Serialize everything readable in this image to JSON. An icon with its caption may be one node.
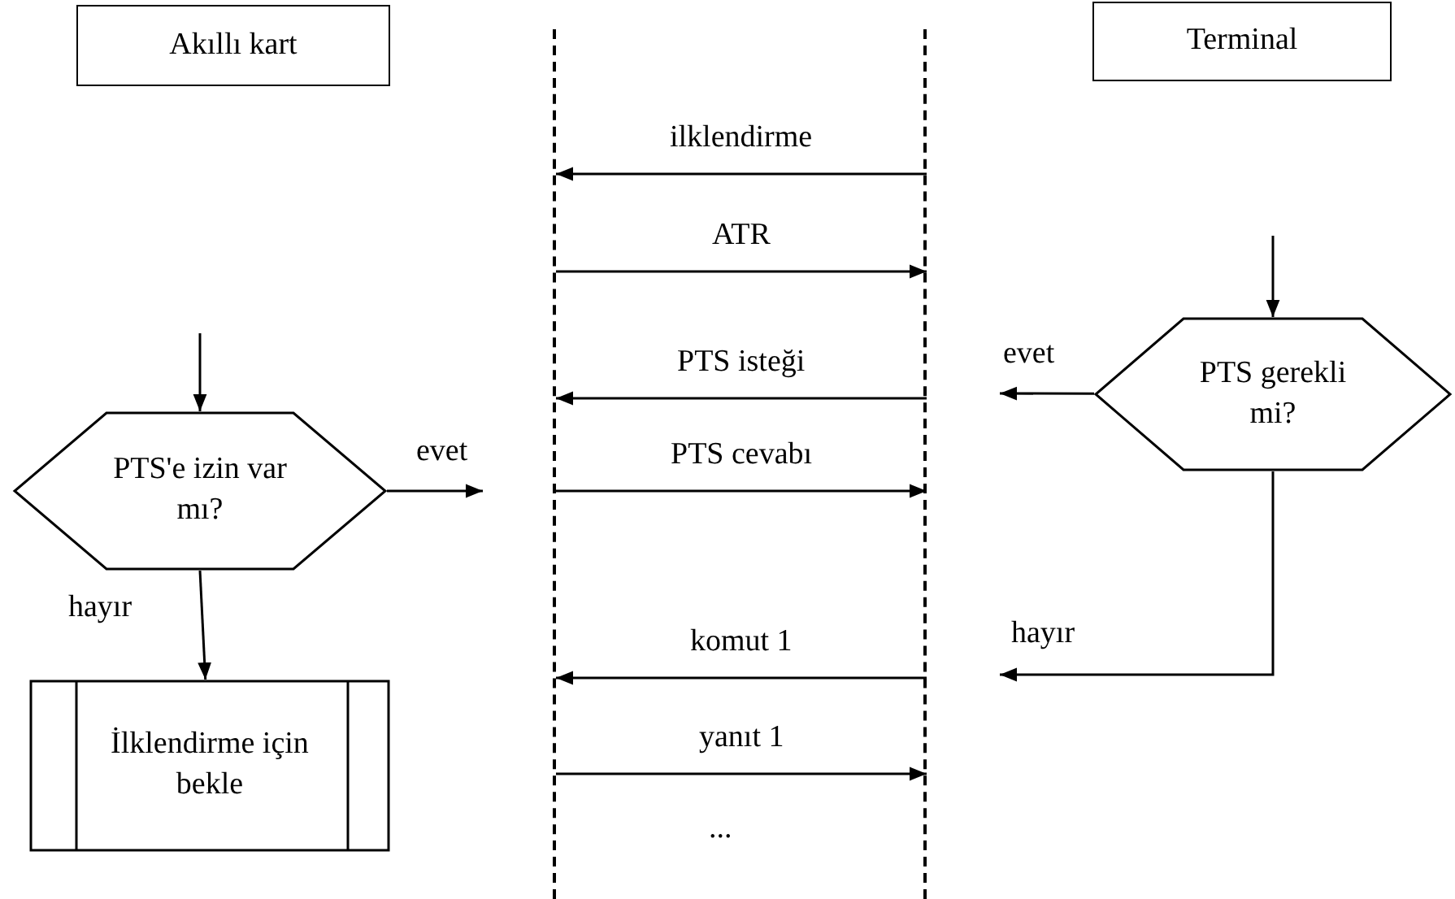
{
  "diagram": {
    "nodes": [
      {
        "text": [
          "Akıllı kart"
        ]
      },
      {
        "text": [
          "Terminal"
        ]
      },
      {
        "text": [
          "PTS'e izin var mı?"
        ]
      },
      {
        "text": [
          "İlklendirme için bekle"
        ]
      },
      {
        "text": [
          "PTS gerekli mi?"
        ]
      },
      {
        "text": [],
        "shape": "line"
      },
      {
        "text": [],
        "shape": "line"
      }
    ],
    "edges": [
      {
        "from": null,
        "to": 2,
        "arrow": "to"
      },
      {
        "from": 2,
        "to": null,
        "arrow": "to",
        "label": "evet"
      },
      {
        "from": 2,
        "to": 3,
        "arrow": "to",
        "label": "hayır"
      },
      {
        "from": null,
        "to": 4,
        "arrow": "to"
      },
      {
        "from": 4,
        "to": null,
        "arrow": "to",
        "label": "evet"
      },
      {
        "from": 4,
        "to": null,
        "arrow": "to",
        "label": "hayır"
      },
      {
        "from": 6,
        "to": 5,
        "arrow": "to",
        "label": "ilklendirme"
      },
      {
        "from": 5,
        "to": 6,
        "arrow": "to",
        "label": "ATR"
      },
      {
        "from": 6,
        "to": 5,
        "arrow": "to",
        "label": "PTS isteği"
      },
      {
        "from": 5,
        "to": 6,
        "arrow": "to",
        "label": "PTS cevabı"
      },
      {
        "from": 6,
        "to": 5,
        "arrow": "to",
        "label": "komut 1"
      },
      {
        "from": 5,
        "to": 6,
        "arrow": "to",
        "label": "yanıt 1"
      }
    ],
    "labels": [
      "..."
    ]
  }
}
